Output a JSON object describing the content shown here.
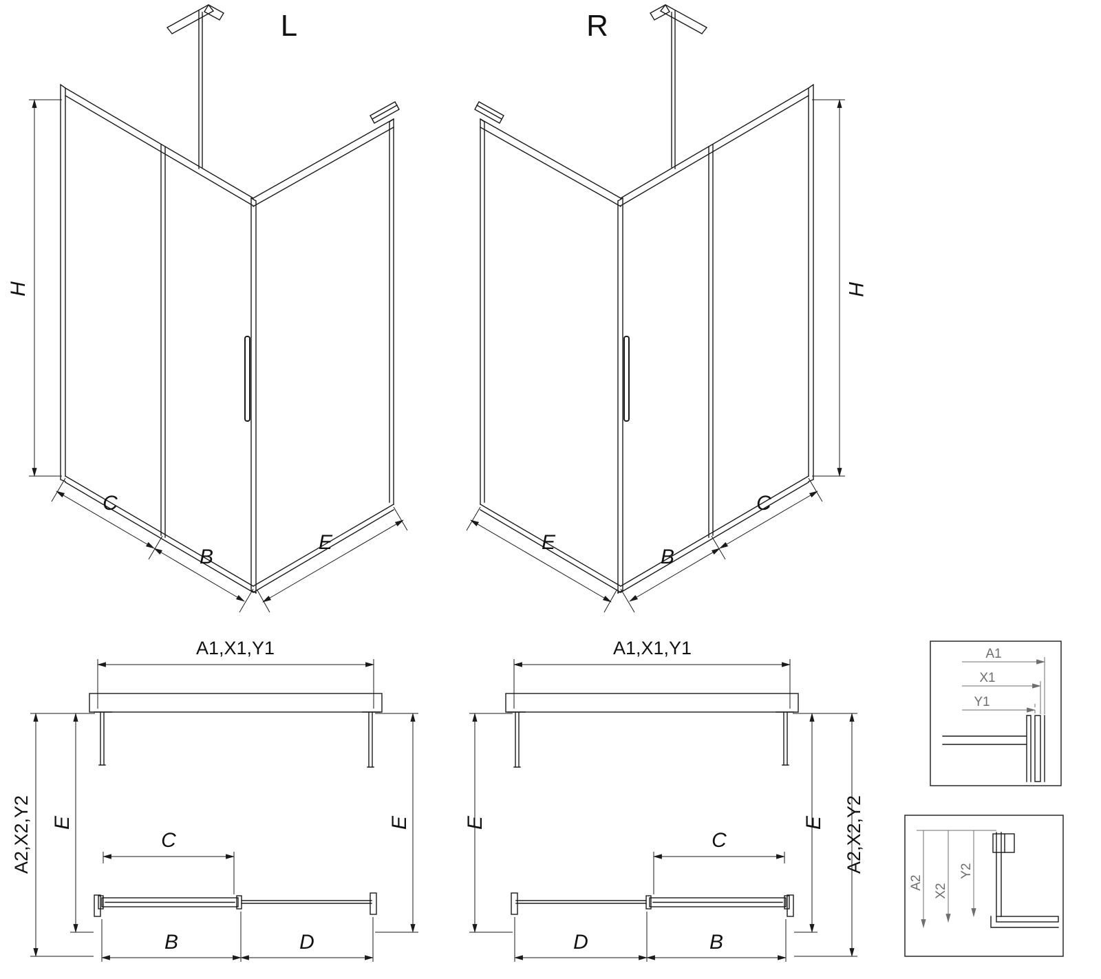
{
  "drawing": {
    "background": "#ffffff",
    "line_color": "#1a1a1a",
    "detail_color": "#6e6e6e"
  },
  "iso_left": {
    "view_label": "L",
    "dim_height": "H",
    "dim_c": "C",
    "dim_b": "B",
    "dim_e": "E"
  },
  "iso_right": {
    "view_label": "R",
    "dim_height": "H",
    "dim_c": "C",
    "dim_b": "B",
    "dim_e": "E"
  },
  "plan_left": {
    "dim_width_top": "A1,X1,Y1",
    "dim_depth_side": "A2,X2,Y2",
    "dim_e_left": "E",
    "dim_e_right": "E",
    "dim_c": "C",
    "dim_b": "B",
    "dim_d": "D"
  },
  "plan_right": {
    "dim_width_top": "A1,X1,Y1",
    "dim_depth_side": "A2,X2,Y2",
    "dim_e_left": "E",
    "dim_e_right": "E",
    "dim_c": "C",
    "dim_b": "B",
    "dim_d": "D"
  },
  "detail_top": {
    "dim_a": "A1",
    "dim_x": "X1",
    "dim_y": "Y1"
  },
  "detail_bottom": {
    "dim_a": "A2",
    "dim_x": "X2",
    "dim_y": "Y2"
  }
}
